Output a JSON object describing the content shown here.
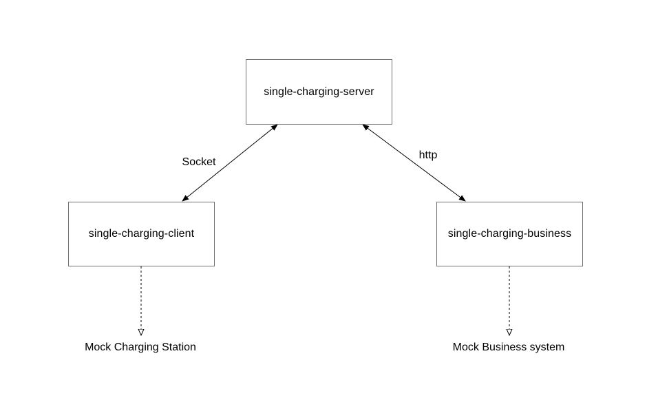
{
  "nodes": {
    "server": {
      "label": "single-charging-server"
    },
    "client": {
      "label": "single-charging-client"
    },
    "business": {
      "label": "single-charging-business"
    }
  },
  "connections": {
    "server_client": {
      "label": "Socket",
      "style": "solid",
      "arrows": "both"
    },
    "server_business": {
      "label": "http",
      "style": "solid",
      "arrows": "both"
    },
    "client_station": {
      "style": "dashed",
      "arrows": "end-open"
    },
    "business_system": {
      "style": "dashed",
      "arrows": "end-open"
    }
  },
  "targets": {
    "station": {
      "label": "Mock Charging Station"
    },
    "system": {
      "label": "Mock Business system"
    }
  },
  "colors": {
    "line": "#000000",
    "box_border": "#6f6f6f",
    "background": "#ffffff"
  }
}
